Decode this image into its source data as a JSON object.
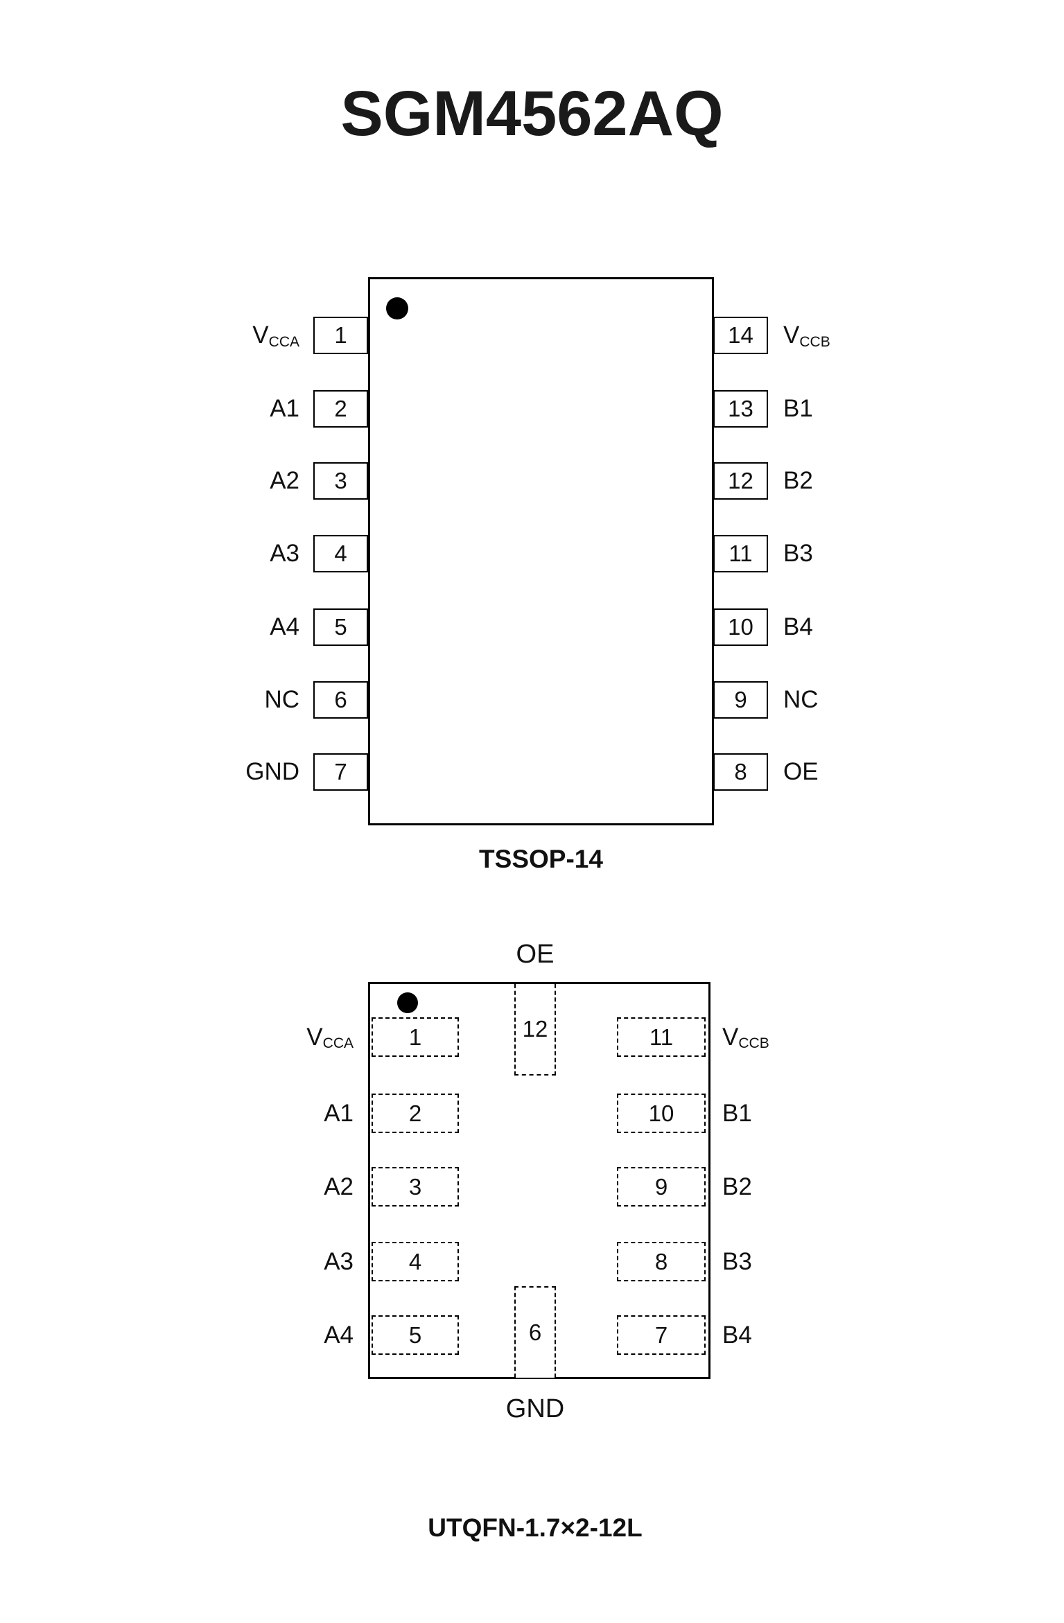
{
  "title": "SGM4562AQ",
  "tssop": {
    "caption": "TSSOP-14",
    "left_pins": [
      {
        "number": "1",
        "label": "V",
        "sub": "CCA"
      },
      {
        "number": "2",
        "label": "A1",
        "sub": ""
      },
      {
        "number": "3",
        "label": "A2",
        "sub": ""
      },
      {
        "number": "4",
        "label": "A3",
        "sub": ""
      },
      {
        "number": "5",
        "label": "A4",
        "sub": ""
      },
      {
        "number": "6",
        "label": "NC",
        "sub": ""
      },
      {
        "number": "7",
        "label": "GND",
        "sub": ""
      }
    ],
    "right_pins": [
      {
        "number": "14",
        "label": "V",
        "sub": "CCB"
      },
      {
        "number": "13",
        "label": "B1",
        "sub": ""
      },
      {
        "number": "12",
        "label": "B2",
        "sub": ""
      },
      {
        "number": "11",
        "label": "B3",
        "sub": ""
      },
      {
        "number": "10",
        "label": "B4",
        "sub": ""
      },
      {
        "number": "9",
        "label": "NC",
        "sub": ""
      },
      {
        "number": "8",
        "label": "OE",
        "sub": ""
      }
    ]
  },
  "utqfn": {
    "caption": "UTQFN-1.7×2-12L",
    "top_label": "OE",
    "bottom_label": "GND",
    "top_pin_number": "12",
    "bottom_pin_number": "6",
    "left_pins": [
      {
        "number": "1",
        "label": "V",
        "sub": "CCA"
      },
      {
        "number": "2",
        "label": "A1",
        "sub": ""
      },
      {
        "number": "3",
        "label": "A2",
        "sub": ""
      },
      {
        "number": "4",
        "label": "A3",
        "sub": ""
      },
      {
        "number": "5",
        "label": "A4",
        "sub": ""
      }
    ],
    "right_pins": [
      {
        "number": "11",
        "label": "V",
        "sub": "CCB"
      },
      {
        "number": "10",
        "label": "B1",
        "sub": ""
      },
      {
        "number": "9",
        "label": "B2",
        "sub": ""
      },
      {
        "number": "8",
        "label": "B3",
        "sub": ""
      },
      {
        "number": "7",
        "label": "B4",
        "sub": ""
      }
    ]
  }
}
